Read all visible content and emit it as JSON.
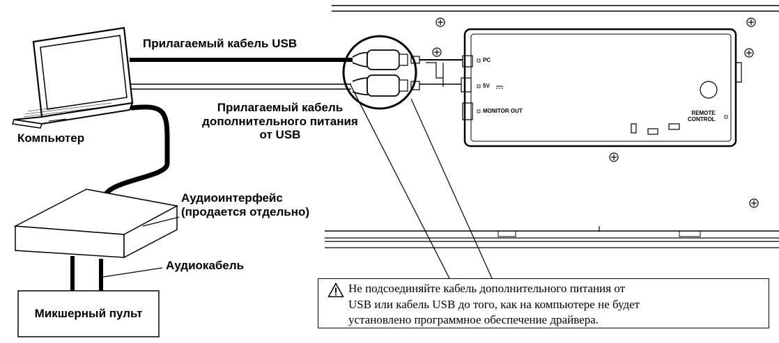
{
  "labels": {
    "usb_cable": "Прилагаемый кабель USB",
    "power_cable_line1": "Прилагаемый кабель",
    "power_cable_line2": "дополнительного питания",
    "power_cable_line3": "от USB",
    "computer": "Компьютер",
    "audio_interface_line1": "Аудиоинтерфейс",
    "audio_interface_line2": "(продается отдельно)",
    "audio_cable": "Аудиокабель",
    "mixer": "Микшерный пульт"
  },
  "panel": {
    "pc": "PC",
    "five_v": "5V",
    "monitor_out": "MONITOR OUT",
    "remote_line1": "REMOTE",
    "remote_line2": "CONTROL"
  },
  "warning": {
    "icon": "warning-triangle-icon",
    "line1": "Не подсоединяйте кабель дополнительного питания от",
    "line2": "USB или кабель USB до того, как на компьютере не будет",
    "line3": "установлено программное обеспечение драйвера."
  }
}
